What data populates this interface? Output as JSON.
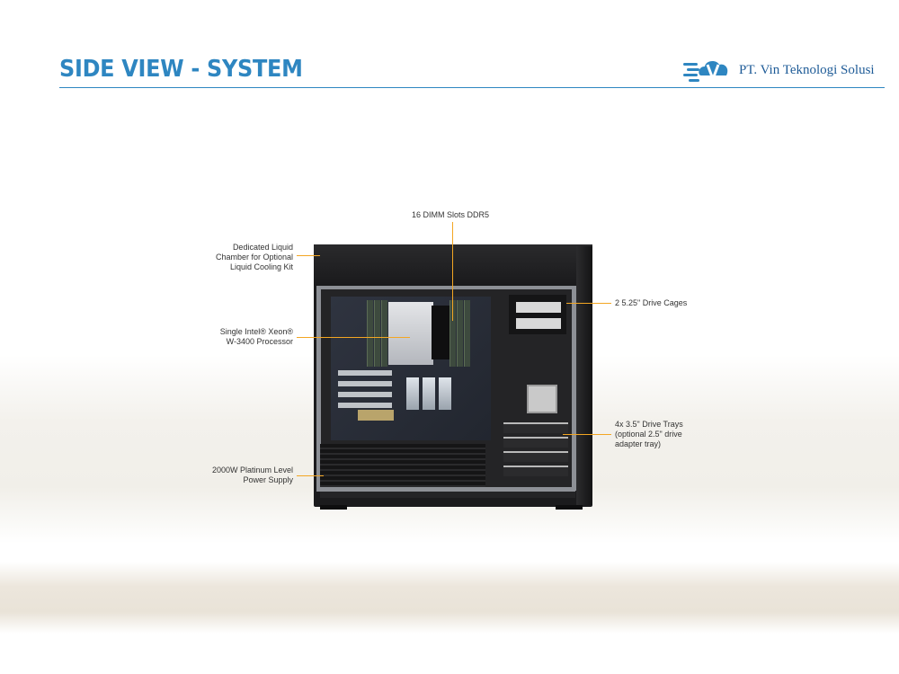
{
  "header": {
    "title": "SIDE VIEW - SYSTEM",
    "logo_text": "PT. Vin Teknologi Solusi"
  },
  "colors": {
    "title_blue": "#2e86c1",
    "leader_orange": "#f3a623",
    "logo_blue": "#1e5b97"
  },
  "callouts": {
    "liquid_chamber": [
      "Dedicated Liquid",
      "Chamber for Optional",
      "Liquid Cooling Kit"
    ],
    "processor": [
      "Single Intel® Xeon®",
      "W-3400 Processor"
    ],
    "psu": [
      "2000W Platinum Level",
      "Power Supply"
    ],
    "dimm": [
      "16 DIMM Slots DDR5"
    ],
    "drive_cages": [
      "2 5.25\" Drive Cages"
    ],
    "drive_trays": [
      "4x 3.5\" Drive Trays",
      "(optional 2.5\" drive",
      "adapter tray)"
    ]
  },
  "icons": {
    "logo": "winged-v-cloud-logo-icon"
  }
}
